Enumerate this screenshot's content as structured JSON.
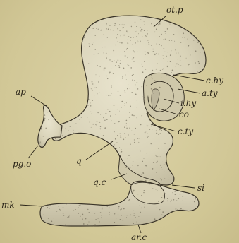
{
  "labels": {
    "otp": "ot.p",
    "chy": "c.hy",
    "aty": "a.ty",
    "ihy": "i.hy",
    "co": "co",
    "cty": "c.ty",
    "ap": "ap",
    "pgo": "pg.o",
    "q": "q",
    "qc": "q.c",
    "si": "si",
    "mk": "mk",
    "arc": "ar.c"
  },
  "colors": {
    "paper": "#d2c89a",
    "cartilage_light": "#e2dcc4",
    "cartilage_shade": "#bdb69c",
    "outline": "#3a3428",
    "stipple": "#5e5746"
  }
}
